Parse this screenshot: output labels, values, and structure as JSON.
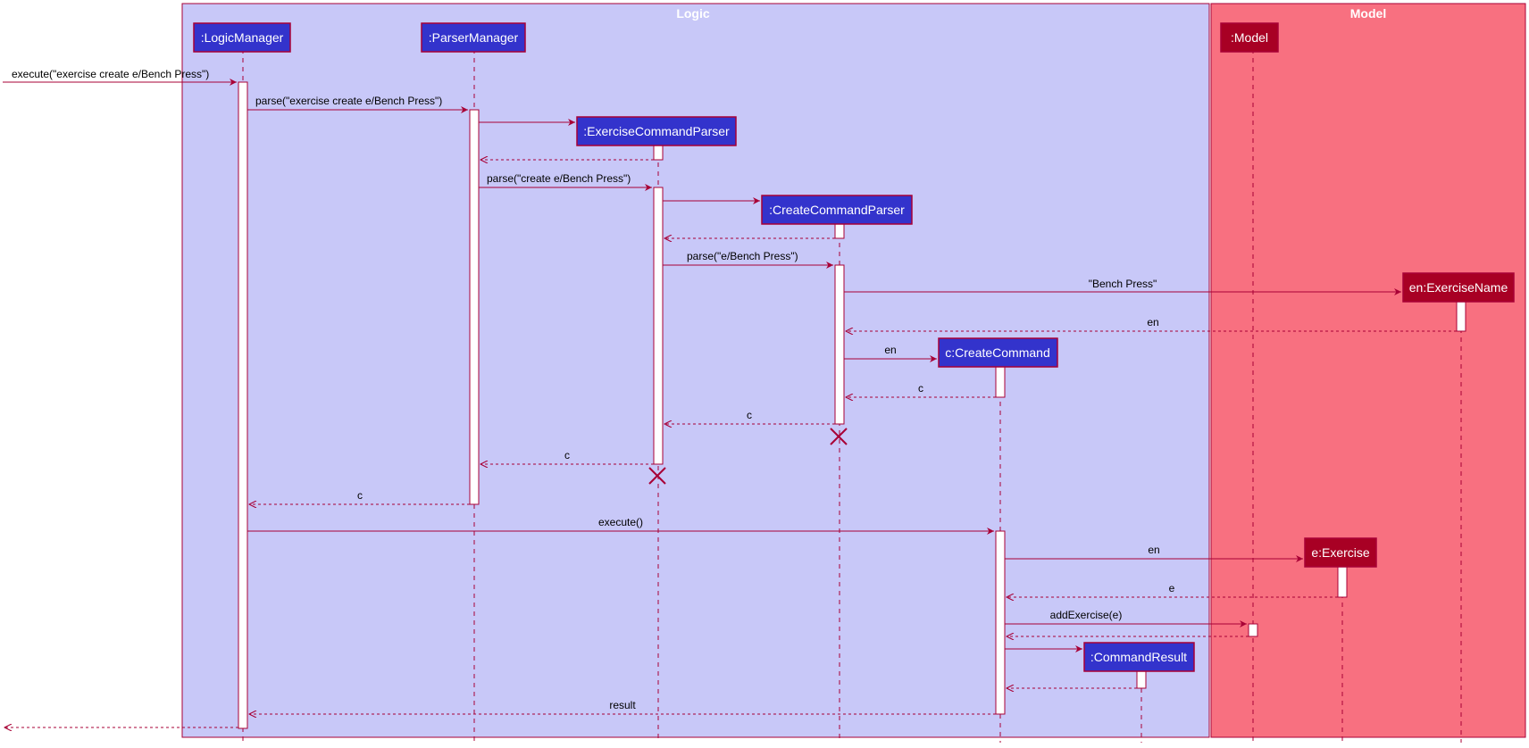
{
  "groups": {
    "logic": {
      "title": "Logic"
    },
    "model": {
      "title": "Model"
    }
  },
  "participants": {
    "logic_manager": ":LogicManager",
    "parser_manager": ":ParserManager",
    "exercise_command_parser": ":ExerciseCommandParser",
    "create_command_parser": ":CreateCommandParser",
    "create_command": "c:CreateCommand",
    "command_result": ":CommandResult",
    "model": ":Model",
    "exercise": "e:Exercise",
    "exercise_name": "en:ExerciseName"
  },
  "messages": {
    "execute_call": "execute(\"exercise create e/Bench Press\")",
    "parse_full": "parse(\"exercise create e/Bench Press\")",
    "parse_create": "parse(\"create e/Bench Press\")",
    "parse_name": "parse(\"e/Bench Press\")",
    "bench_press": "\"Bench Press\"",
    "return_en": "en",
    "en_to_command": "en",
    "return_c_command": "c",
    "return_c_create_parser": "c",
    "return_c_exercise_parser": "c",
    "return_c_parser_manager": "c",
    "execute": "execute()",
    "en_to_exercise": "en",
    "return_e": "e",
    "add_exercise": "addExercise(e)",
    "result": "result"
  },
  "colors": {
    "logic_bg": "#c8c8f8",
    "model_bg": "#f87080",
    "group_border": "#a80036",
    "logic_box": "#3333cc",
    "model_box": "#a80024",
    "line": "#a80036"
  }
}
